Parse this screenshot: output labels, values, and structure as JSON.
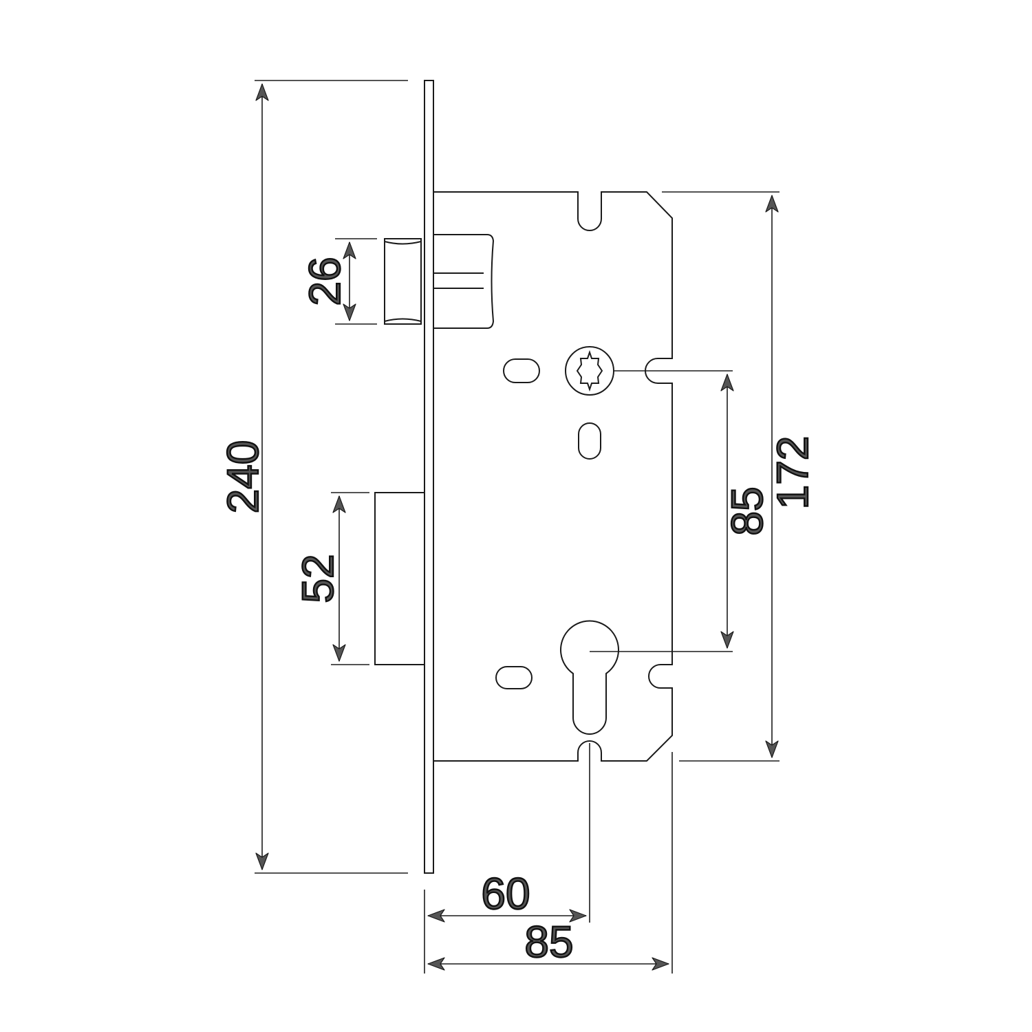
{
  "dimensions": {
    "overall_height": "240",
    "case_height": "172",
    "latch_height": "26",
    "bolt_height": "52",
    "center_distance": "85",
    "backset": "60",
    "case_depth": "85"
  },
  "colors": {
    "line": "#1a1a1a",
    "text_fill": "#555555",
    "background": "#ffffff"
  }
}
